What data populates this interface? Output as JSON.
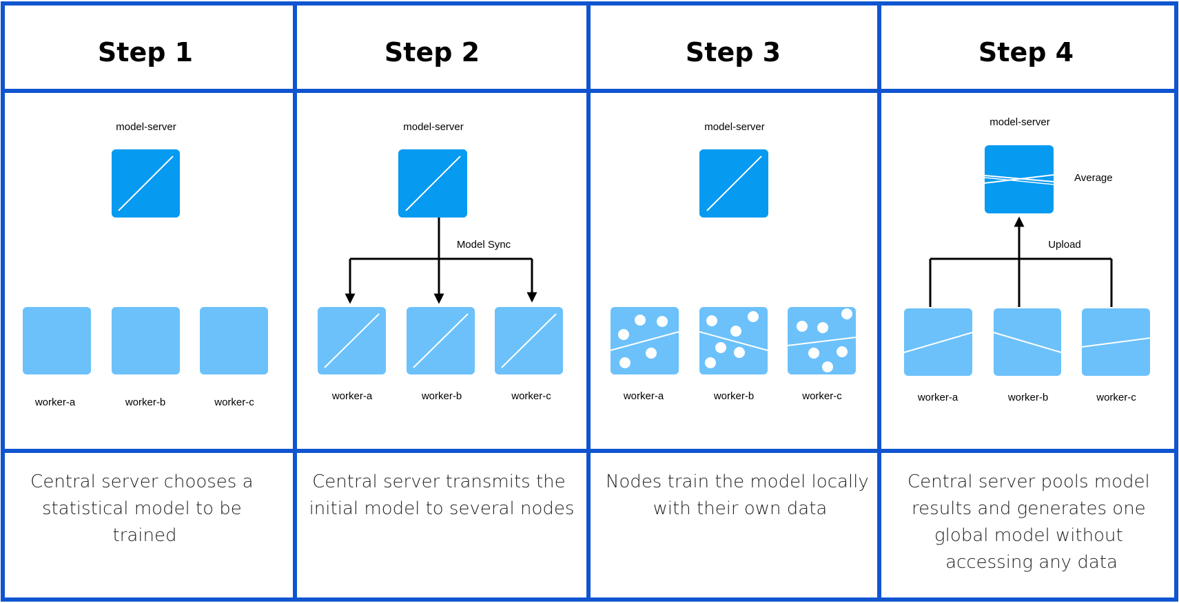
{
  "colors": {
    "frame": "#0f55d0",
    "server_box": "#069af0",
    "worker_box": "#6cc1fa",
    "arrow": "#000000",
    "text": "#000000",
    "caption_text": "#222222"
  },
  "steps": [
    {
      "title": "Step 1",
      "server_label": "model-server",
      "workers": [
        "worker-a",
        "worker-b",
        "worker-c"
      ],
      "caption": [
        "Central server chooses a",
        "statistical  model to be",
        "trained"
      ]
    },
    {
      "title": "Step 2",
      "server_label": "model-server",
      "flow_label": "Model Sync",
      "workers": [
        "worker-a",
        "worker-b",
        "worker-c"
      ],
      "caption": [
        "Central server transmits the",
        "initial model to several nodes"
      ]
    },
    {
      "title": "Step 3",
      "server_label": "model-server",
      "workers": [
        "worker-a",
        "worker-b",
        "worker-c"
      ],
      "caption": [
        "Nodes train the model locally",
        "with their own data"
      ]
    },
    {
      "title": "Step 4",
      "server_label": "model-server",
      "server_note": "Average",
      "flow_label": "Upload",
      "workers": [
        "worker-a",
        "worker-b",
        "worker-c"
      ],
      "caption": [
        "Central server pools model",
        "results and generates one",
        "global model without",
        "accessing any data"
      ]
    }
  ]
}
